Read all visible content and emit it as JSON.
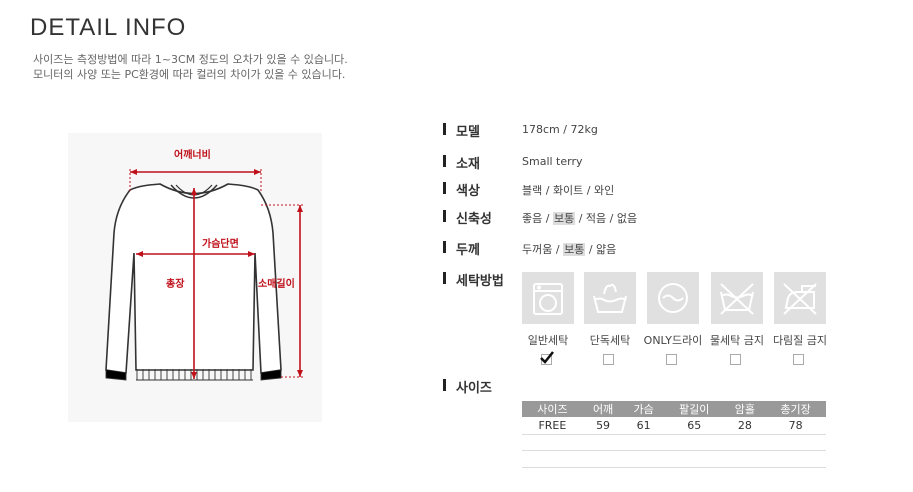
{
  "title": "DETAIL INFO",
  "notes": [
    "사이즈는 측정방법에 따라 1~3CM 정도의 오차가 있을 수 있습니다.",
    "모니터의 사양 또는 PC환경에 따라 컬러의 차이가 있을 수 있습니다."
  ],
  "diagram": {
    "shoulder": "어깨너비",
    "chest": "가슴단면",
    "length": "총장",
    "sleeve": "소매길이"
  },
  "model": {
    "label": "모델",
    "value": "178cm / 72kg"
  },
  "fabric": {
    "label": "소재",
    "value": "Small terry"
  },
  "color": {
    "label": "색상",
    "value": "블랙 / 화이트 / 와인"
  },
  "stretch": {
    "label": "신축성",
    "opts": [
      "좋음",
      "보통",
      "적음",
      "없음"
    ],
    "selected": "보통"
  },
  "thickness": {
    "label": "두께",
    "opts": [
      "두꺼움",
      "보통",
      "얇음"
    ],
    "selected": "보통"
  },
  "laundry": {
    "label": "세탁방법",
    "items": [
      {
        "label": "일반세탁",
        "checked": true,
        "icon": "washing-machine-icon"
      },
      {
        "label": "단독세탁",
        "checked": false,
        "icon": "hand-wash-icon"
      },
      {
        "label": "ONLY드라이",
        "checked": false,
        "icon": "dry-clean-icon"
      },
      {
        "label": "물세탁 금지",
        "checked": false,
        "icon": "no-water-wash-icon"
      },
      {
        "label": "다림질 금지",
        "checked": false,
        "icon": "no-iron-icon"
      }
    ]
  },
  "size": {
    "label": "사이즈",
    "headers": [
      "사이즈",
      "어깨",
      "가슴",
      "팔길이",
      "암홀",
      "총기장"
    ],
    "rows": [
      [
        "FREE",
        "59",
        "61",
        "65",
        "28",
        "78"
      ]
    ]
  }
}
